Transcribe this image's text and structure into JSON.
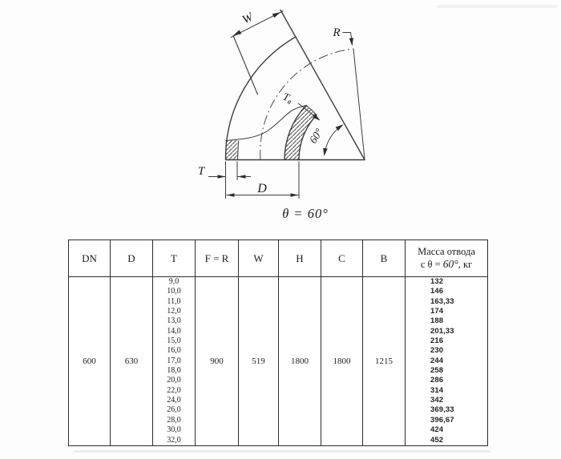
{
  "drawing": {
    "labels": {
      "w": "W",
      "r": "R",
      "tv_main": "Т",
      "tv_sub": "в",
      "angle": "60°",
      "t": "T",
      "d": "D",
      "theta": "θ = 60°"
    }
  },
  "table": {
    "headers": [
      "DN",
      "D",
      "T",
      "F = R",
      "W",
      "H",
      "C",
      "B"
    ],
    "mass_header": {
      "line1": "Масса отвода",
      "prefix": "с θ = ",
      "angle": "60°",
      "suffix": ", кг"
    },
    "values": {
      "dn": "600",
      "d": "630",
      "fr": "900",
      "w": "519",
      "h": "1800",
      "c": "1800",
      "b": "1215"
    },
    "t_values": [
      "9,0",
      "10,0",
      "11,0",
      "12,0",
      "13,0",
      "14,0",
      "15,0",
      "16,0",
      "17,0",
      "18,0",
      "20,0",
      "22,0",
      "24,0",
      "26,0",
      "28,0",
      "30,0",
      "32,0"
    ],
    "mass_values": [
      "132",
      "146",
      "163,33",
      "174",
      "188",
      "201,33",
      "216",
      "230",
      "244",
      "258",
      "286",
      "314",
      "342",
      "369,33",
      "396,67",
      "424",
      "452"
    ]
  }
}
